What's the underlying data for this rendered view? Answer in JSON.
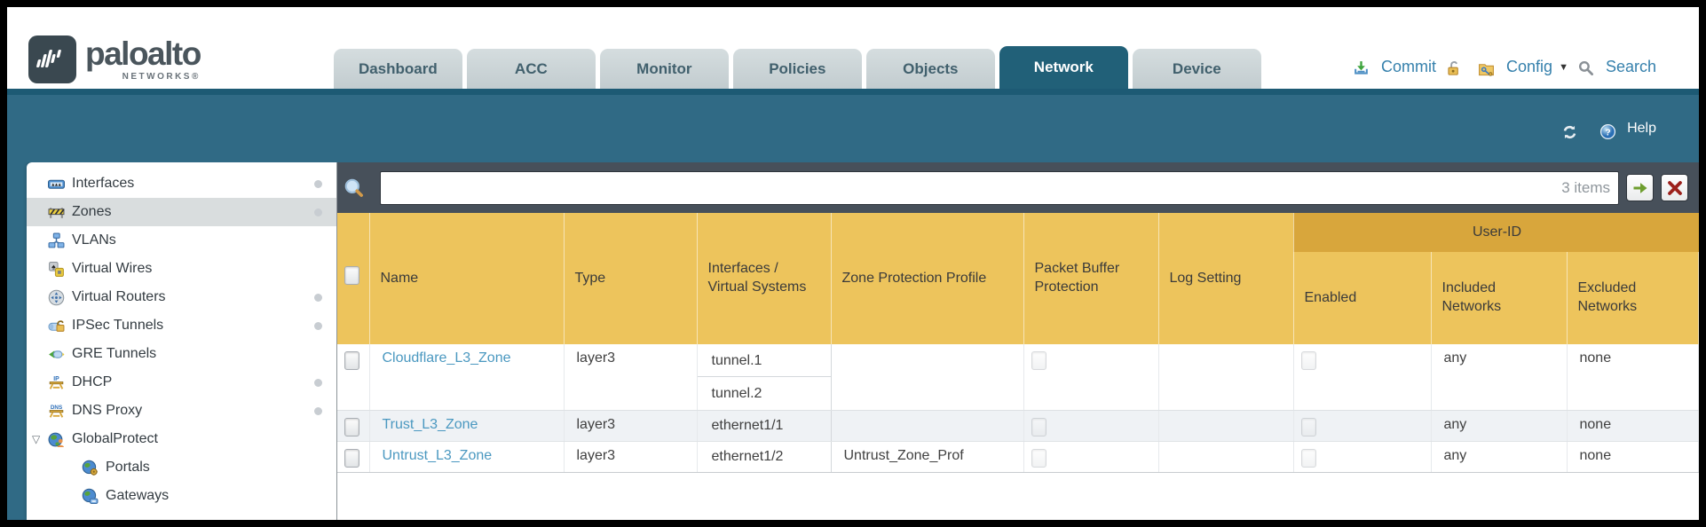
{
  "brand": {
    "wordmark": "paloalto",
    "subtext": "NETWORKS®"
  },
  "tabs": [
    {
      "label": "Dashboard"
    },
    {
      "label": "ACC"
    },
    {
      "label": "Monitor"
    },
    {
      "label": "Policies"
    },
    {
      "label": "Objects"
    },
    {
      "label": "Network"
    },
    {
      "label": "Device"
    }
  ],
  "top_actions": {
    "commit": "Commit",
    "config": "Config",
    "search": "Search"
  },
  "band": {
    "help": "Help"
  },
  "sidebar": {
    "items": [
      {
        "label": "Interfaces"
      },
      {
        "label": "Zones"
      },
      {
        "label": "VLANs"
      },
      {
        "label": "Virtual Wires"
      },
      {
        "label": "Virtual Routers"
      },
      {
        "label": "IPSec Tunnels"
      },
      {
        "label": "GRE Tunnels"
      },
      {
        "label": "DHCP"
      },
      {
        "label": "DNS Proxy"
      },
      {
        "label": "GlobalProtect"
      },
      {
        "label": "Portals"
      },
      {
        "label": "Gateways"
      }
    ]
  },
  "filter": {
    "value": "",
    "count": "3 items"
  },
  "table": {
    "group_header": "User-ID",
    "columns": {
      "name": "Name",
      "type": "Type",
      "interfaces": "Interfaces / Virtual Systems",
      "zone_protection_profile": "Zone Protection Profile",
      "packet_buffer_protection": "Packet Buffer Protection",
      "log_setting": "Log Setting",
      "enabled": "Enabled",
      "included_networks": "Included Networks",
      "excluded_networks": "Excluded Networks"
    },
    "rows": [
      {
        "name": "Cloudflare_L3_Zone",
        "type": "layer3",
        "interfaces": [
          "tunnel.1",
          "tunnel.2"
        ],
        "zone_protection_profile": "",
        "log_setting": "",
        "included_networks": "any",
        "excluded_networks": "none"
      },
      {
        "name": "Trust_L3_Zone",
        "type": "layer3",
        "interfaces": [
          "ethernet1/1"
        ],
        "zone_protection_profile": "",
        "log_setting": "",
        "included_networks": "any",
        "excluded_networks": "none"
      },
      {
        "name": "Untrust_L3_Zone",
        "type": "layer3",
        "interfaces": [
          "ethernet1/2"
        ],
        "zone_protection_profile": "Untrust_Zone_Prof",
        "log_setting": "",
        "included_networks": "any",
        "excluded_networks": "none"
      }
    ]
  },
  "colors": {
    "header_gold": "#EDC45C",
    "header_gold_dark": "#D8A63C",
    "teal_band": "#306A85",
    "tab_active": "#216078",
    "filter_bar": "#47505A",
    "link_blue": "#4A98C0",
    "action_blue": "#3580AC"
  }
}
